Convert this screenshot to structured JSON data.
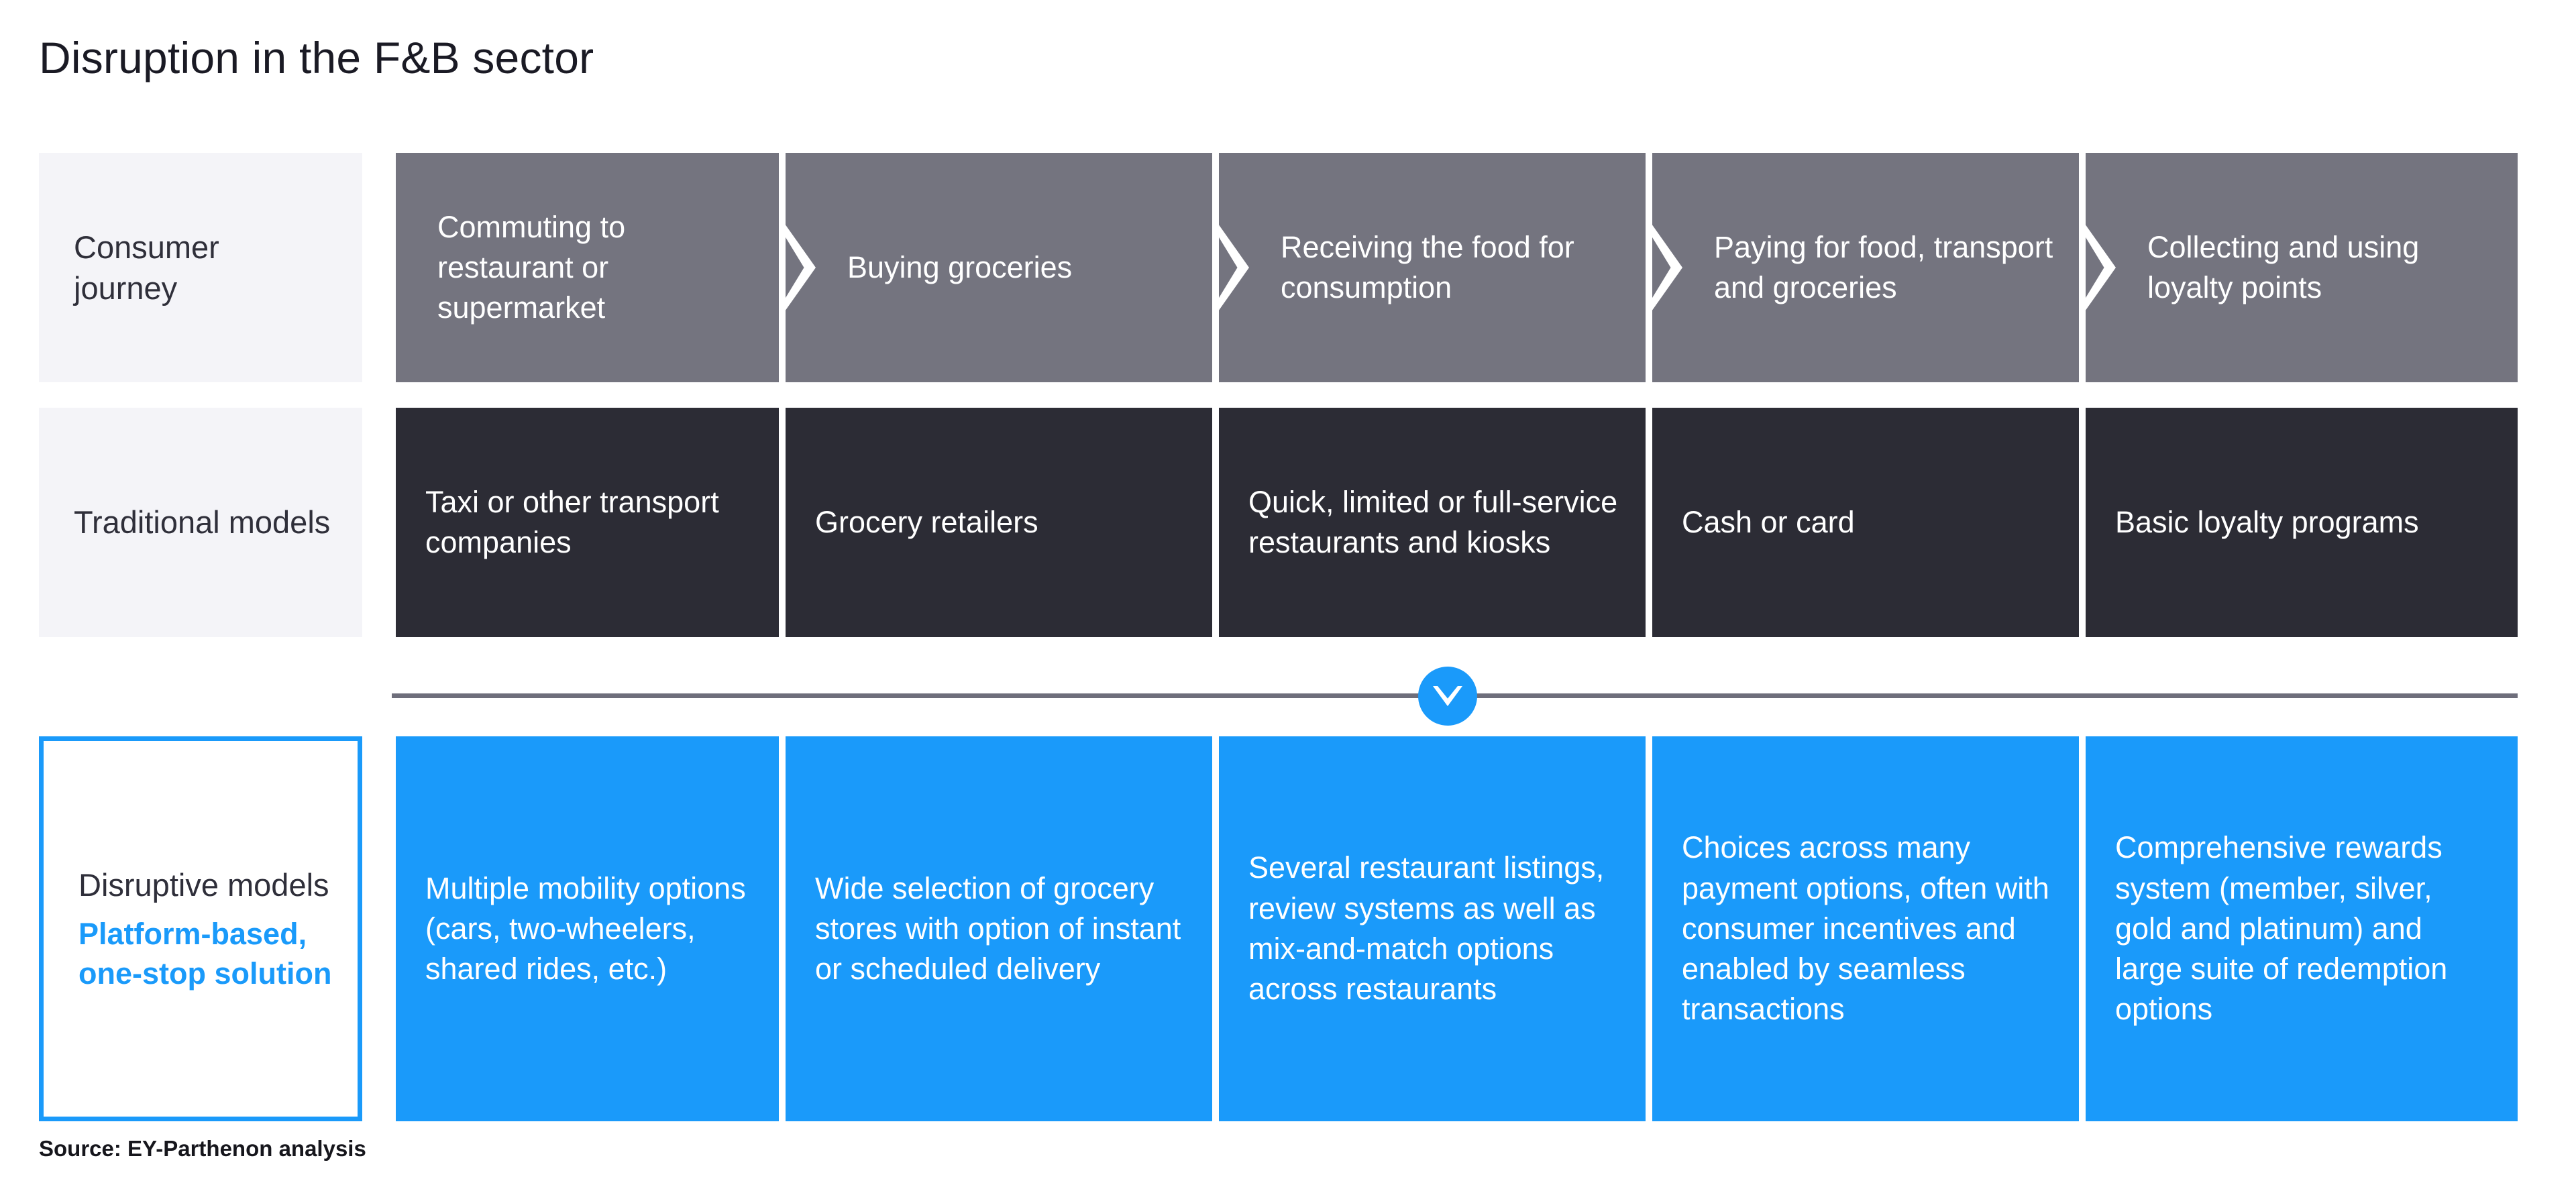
{
  "page": {
    "title": "Disruption in the F&B sector",
    "source": "Source: EY-Parthenon analysis"
  },
  "colors": {
    "journey_cell": "#74747f",
    "traditional_cell": "#2c2c35",
    "disruptive_cell": "#1a9afa",
    "accent_blue": "#1a9afa",
    "label_bg": "#f4f4f8",
    "divider_line": "#6e6e7b",
    "title_text": "#1a1a24"
  },
  "rows": {
    "journey": {
      "label": "Consumer\njourney",
      "label_line1": "Consumer",
      "label_line2": "journey",
      "cells": [
        {
          "text": "Commuting to restaurant or supermarket",
          "chevron": false
        },
        {
          "text": "Buying groceries",
          "chevron": true
        },
        {
          "text": "Receiving the food for consumption",
          "chevron": true
        },
        {
          "text": "Paying for food, transport and groceries",
          "chevron": true
        },
        {
          "text": "Collecting and using loyalty points",
          "chevron": true
        }
      ]
    },
    "traditional": {
      "label": "Traditional models",
      "cells": [
        {
          "text": "Taxi or other transport companies"
        },
        {
          "text": "Grocery retailers"
        },
        {
          "text": "Quick, limited or full-service restaurants and kiosks"
        },
        {
          "text": "Cash or card"
        },
        {
          "text": "Basic loyalty programs"
        }
      ]
    },
    "disruptive": {
      "label": "Disruptive models",
      "label_highlight": "Platform-based, one-stop solution",
      "cells": [
        {
          "text": "Multiple mobility options (cars, two-wheelers, shared rides, etc.)"
        },
        {
          "text": "Wide selection of grocery stores with option of instant or scheduled delivery"
        },
        {
          "text": "Several restaurant listings, review systems as well as mix-and-match options across restaurants"
        },
        {
          "text": "Choices across many payment options, often with consumer incentives and enabled by seamless transactions"
        },
        {
          "text": "Comprehensive rewards system (member, silver, gold and platinum) and large suite of redemption options"
        }
      ]
    }
  },
  "divider": {
    "icon": "chevron-down-icon"
  }
}
